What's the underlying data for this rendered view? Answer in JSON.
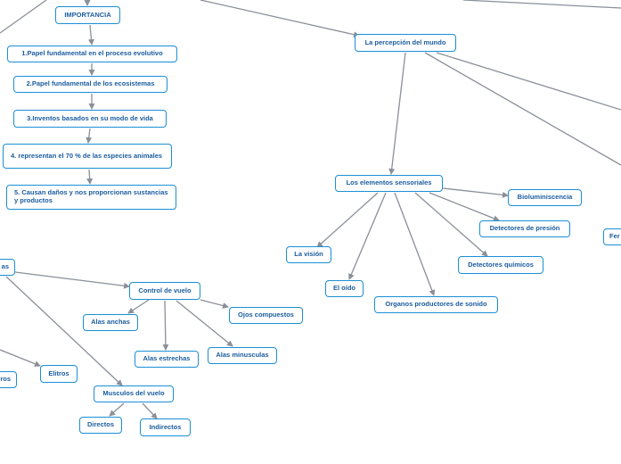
{
  "nodes": {
    "importancia": "IMPORTANCIA",
    "imp1": "1.Papel fundamental en el proceso evolutivo",
    "imp2": "2.Papel fundamental de los ecosistemas",
    "imp3": "3.Inventos basados en su modo de vida",
    "imp4": "4. representan el 70 % de las especies animales",
    "imp5": "5. Causan daños y nos proporcionan sustancias y productos",
    "percepcion": "La percepción del mundo",
    "sensoriales": "Los elementos sensoriales",
    "bioluminiscencia": "Bioluminiscencia",
    "presion": "Detectores de presión",
    "quimicos": "Detectores químicos",
    "vision": "La visión",
    "oido": "El oído",
    "sonido": "Organos productores de sonido",
    "fer": "Fer",
    "alas_partial": "as",
    "control_vuelo": "Control de vuelo",
    "alas_anchas": "Alas anchas",
    "ojos_compuestos": "Ojos compuestos",
    "alas_estrechas": "Alas estrechas",
    "alas_minusculas": "Alas minusculas",
    "elitros": "Elitros",
    "ros_partial": "ros",
    "musculos_vuelo": "Musculos del vuelo",
    "directos": "Directos",
    "indirectos": "Indirectos"
  },
  "colors": {
    "node_border": "#1a8fd6",
    "node_text": "#1a5c9e",
    "edge": "#8a8f99",
    "background": "#ffffff"
  }
}
